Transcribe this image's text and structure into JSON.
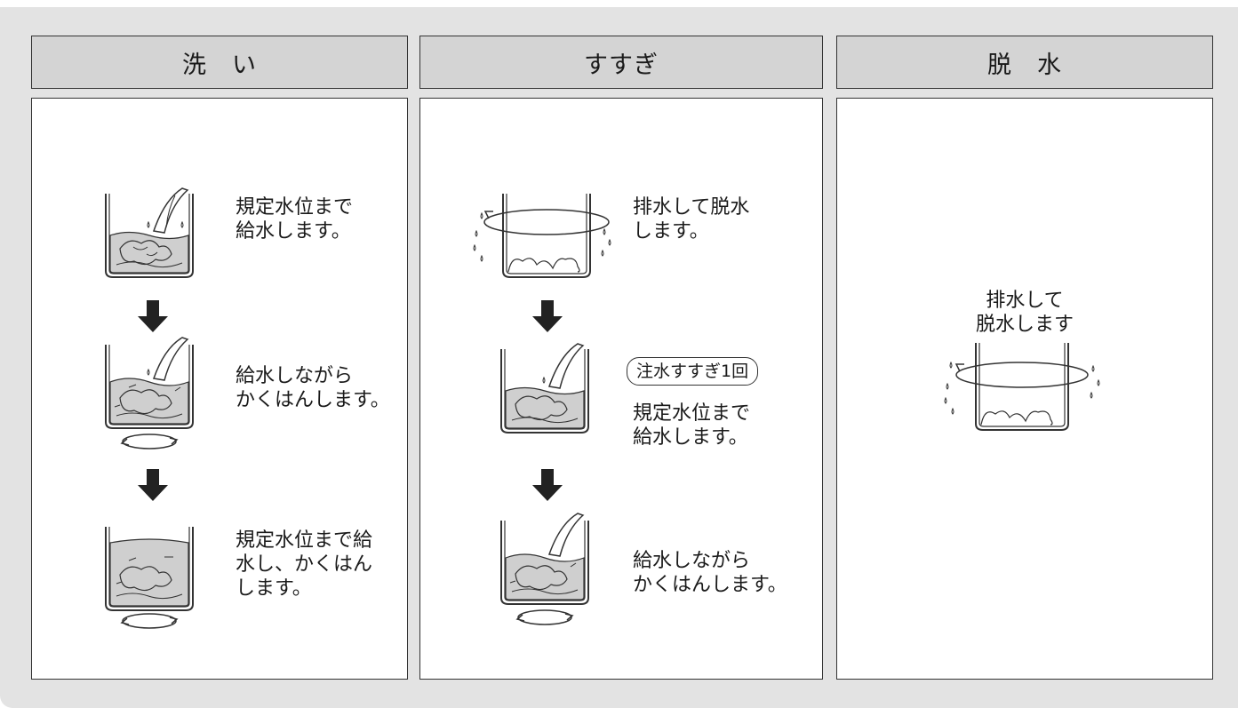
{
  "columns": [
    {
      "header": "洗　い",
      "steps": [
        {
          "text": "規定水位まで\n給水します。"
        },
        {
          "text": "給水しながら\nかくはんします。"
        },
        {
          "text": "規定水位まで給\n水し、かくはん\nします。"
        }
      ]
    },
    {
      "header": "すすぎ",
      "steps": [
        {
          "text": "排水して脱水\nします。"
        },
        {
          "badge": "注水すすぎ1回",
          "text": "規定水位まで\n給水します。"
        },
        {
          "text": "給水しながら\nかくはんします。"
        }
      ]
    },
    {
      "header": "脱　水",
      "steps": [
        {
          "text": "排水して\n脱水します"
        }
      ]
    }
  ],
  "colors": {
    "background": "#e3e3e3",
    "header_fill": "#d4d4d4",
    "water_fill": "#cfcfcf",
    "line": "#333333"
  },
  "icons": [
    "tub-filling-icon",
    "tub-agitating-icon",
    "tub-spinning-icon",
    "down-arrow-icon"
  ]
}
